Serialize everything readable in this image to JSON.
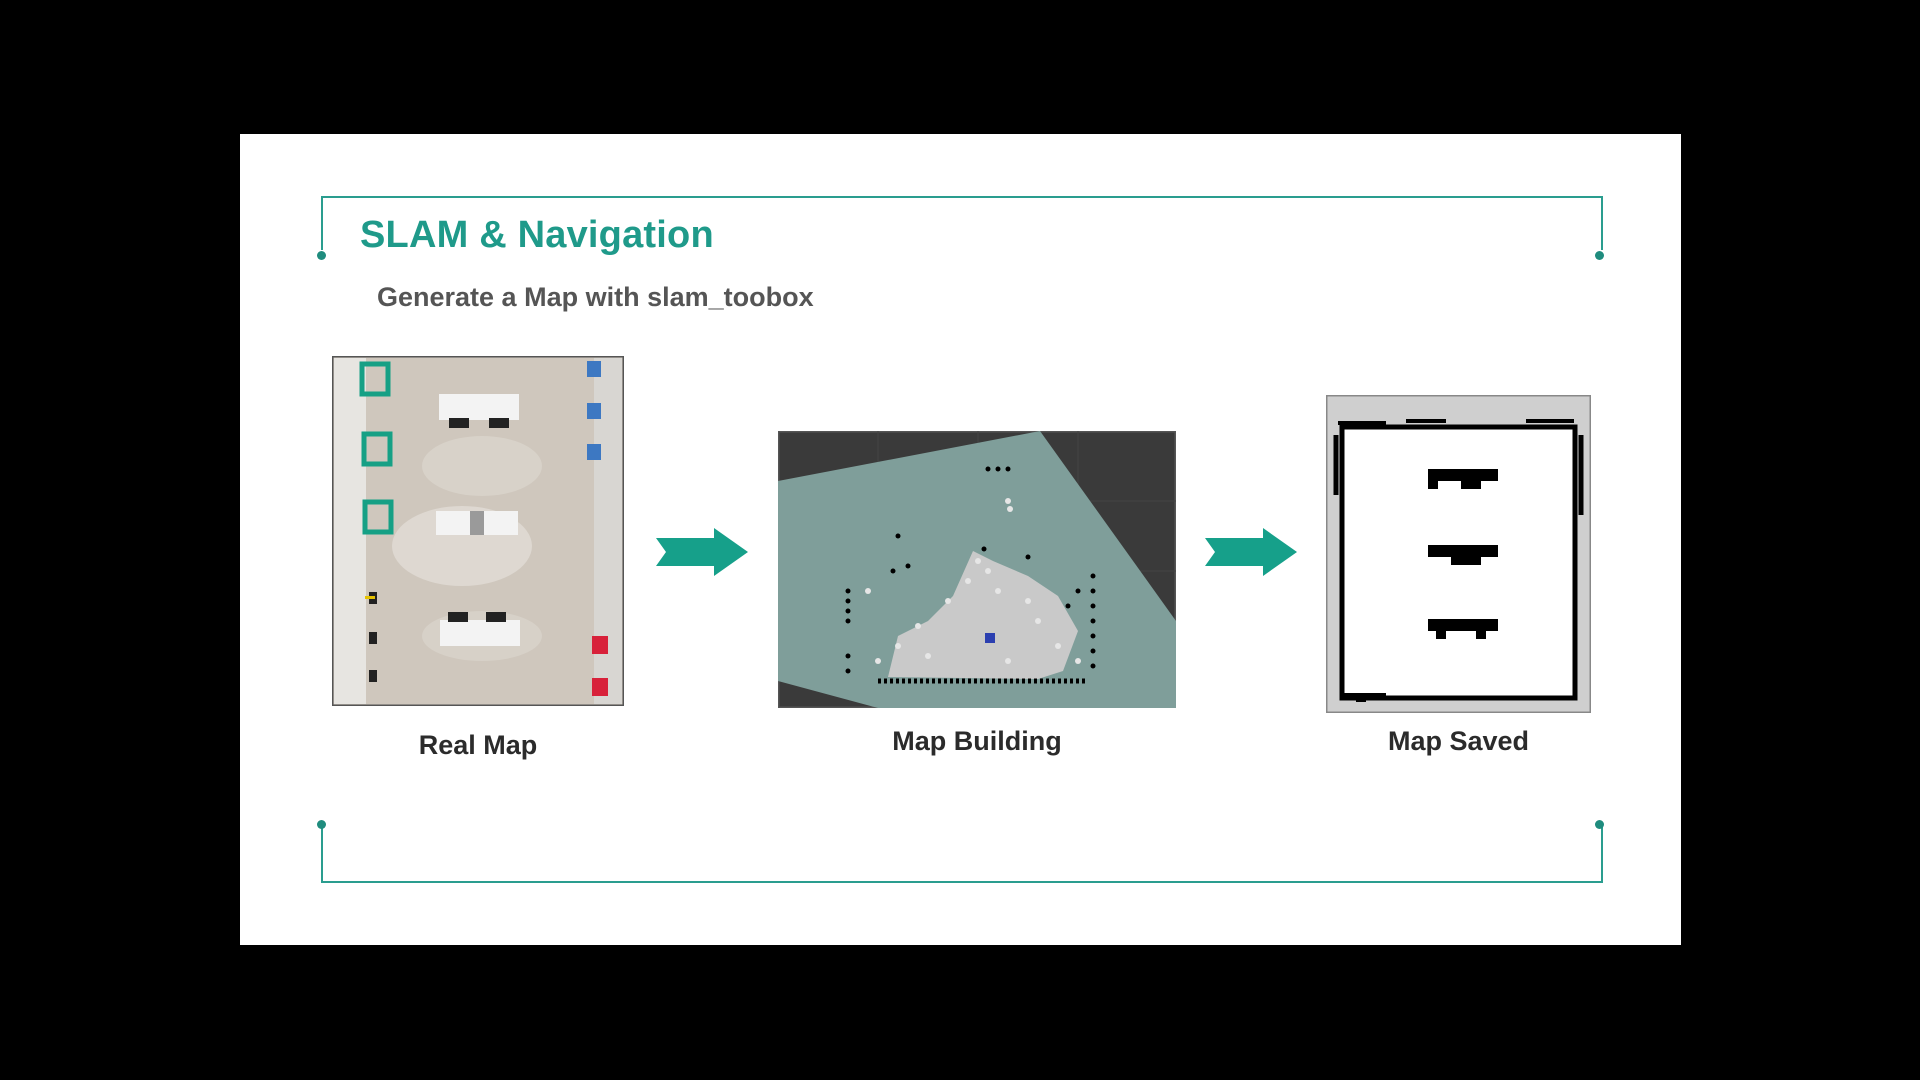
{
  "slide": {
    "title": "SLAM & Navigation",
    "subtitle": "Generate a Map with slam_toobox"
  },
  "panels": {
    "real_map": {
      "caption": "Real Map"
    },
    "map_building": {
      "caption": "Map Building"
    },
    "map_saved": {
      "caption": "Map Saved"
    }
  },
  "colors": {
    "accent": "#2a9d8f",
    "title": "#1f9a8a",
    "subtitle": "#555555",
    "caption": "#2b2b2b",
    "frame_background": "#000000",
    "slide_background": "#ffffff"
  },
  "icons": [
    "arrow-right-icon"
  ]
}
